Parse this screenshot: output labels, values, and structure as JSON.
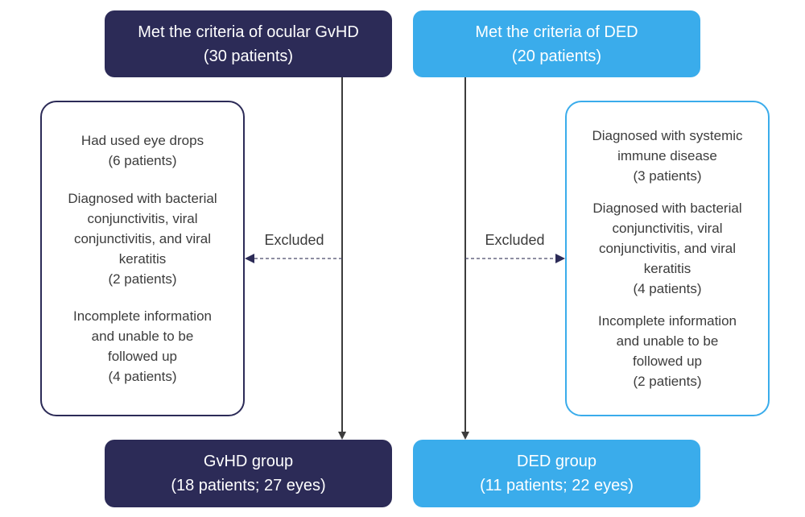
{
  "left": {
    "top_box": {
      "line1": "Met the criteria of ocular GvHD",
      "line2": "(30 patients)"
    },
    "exclusion_label": "Excluded",
    "exclusions": [
      "Had used eye drops\n(6 patients)",
      "Diagnosed with bacterial\nconjunctivitis, viral\nconjunctivitis, and viral\nkeratitis\n(2 patients)",
      "Incomplete information\nand unable to be\nfollowed up\n(4 patients)"
    ],
    "bottom_box": {
      "line1": "GvHD group",
      "line2": "(18 patients; 27 eyes)"
    }
  },
  "right": {
    "top_box": {
      "line1": "Met the criteria of DED",
      "line2": "(20 patients)"
    },
    "exclusion_label": "Excluded",
    "exclusions": [
      "Diagnosed with systemic\nimmune disease\n(3 patients)",
      "Diagnosed with bacterial\nconjunctivitis, viral\nconjunctivitis, and viral\nkeratitis\n(4 patients)",
      "Incomplete information\nand unable to be\nfollowed up\n(2 patients)"
    ],
    "bottom_box": {
      "line1": "DED group",
      "line2": "(11 patients; 22 eyes)"
    }
  },
  "colors": {
    "gvhd": "#2c2b57",
    "ded": "#3aaceb"
  }
}
